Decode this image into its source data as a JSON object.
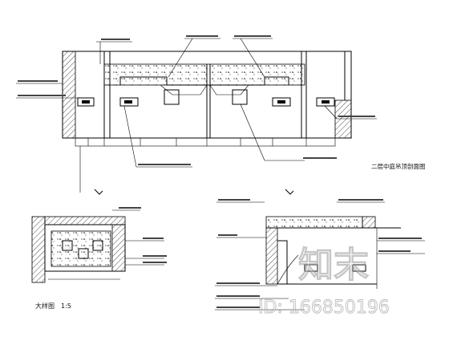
{
  "drawing": {
    "upper_plan_label": "二层中庭吊顶剖面图",
    "detail_title": "大样图",
    "detail_scale": "1:5"
  },
  "watermark": {
    "logo_text": "知末",
    "id_text": "ID: 166850196"
  }
}
